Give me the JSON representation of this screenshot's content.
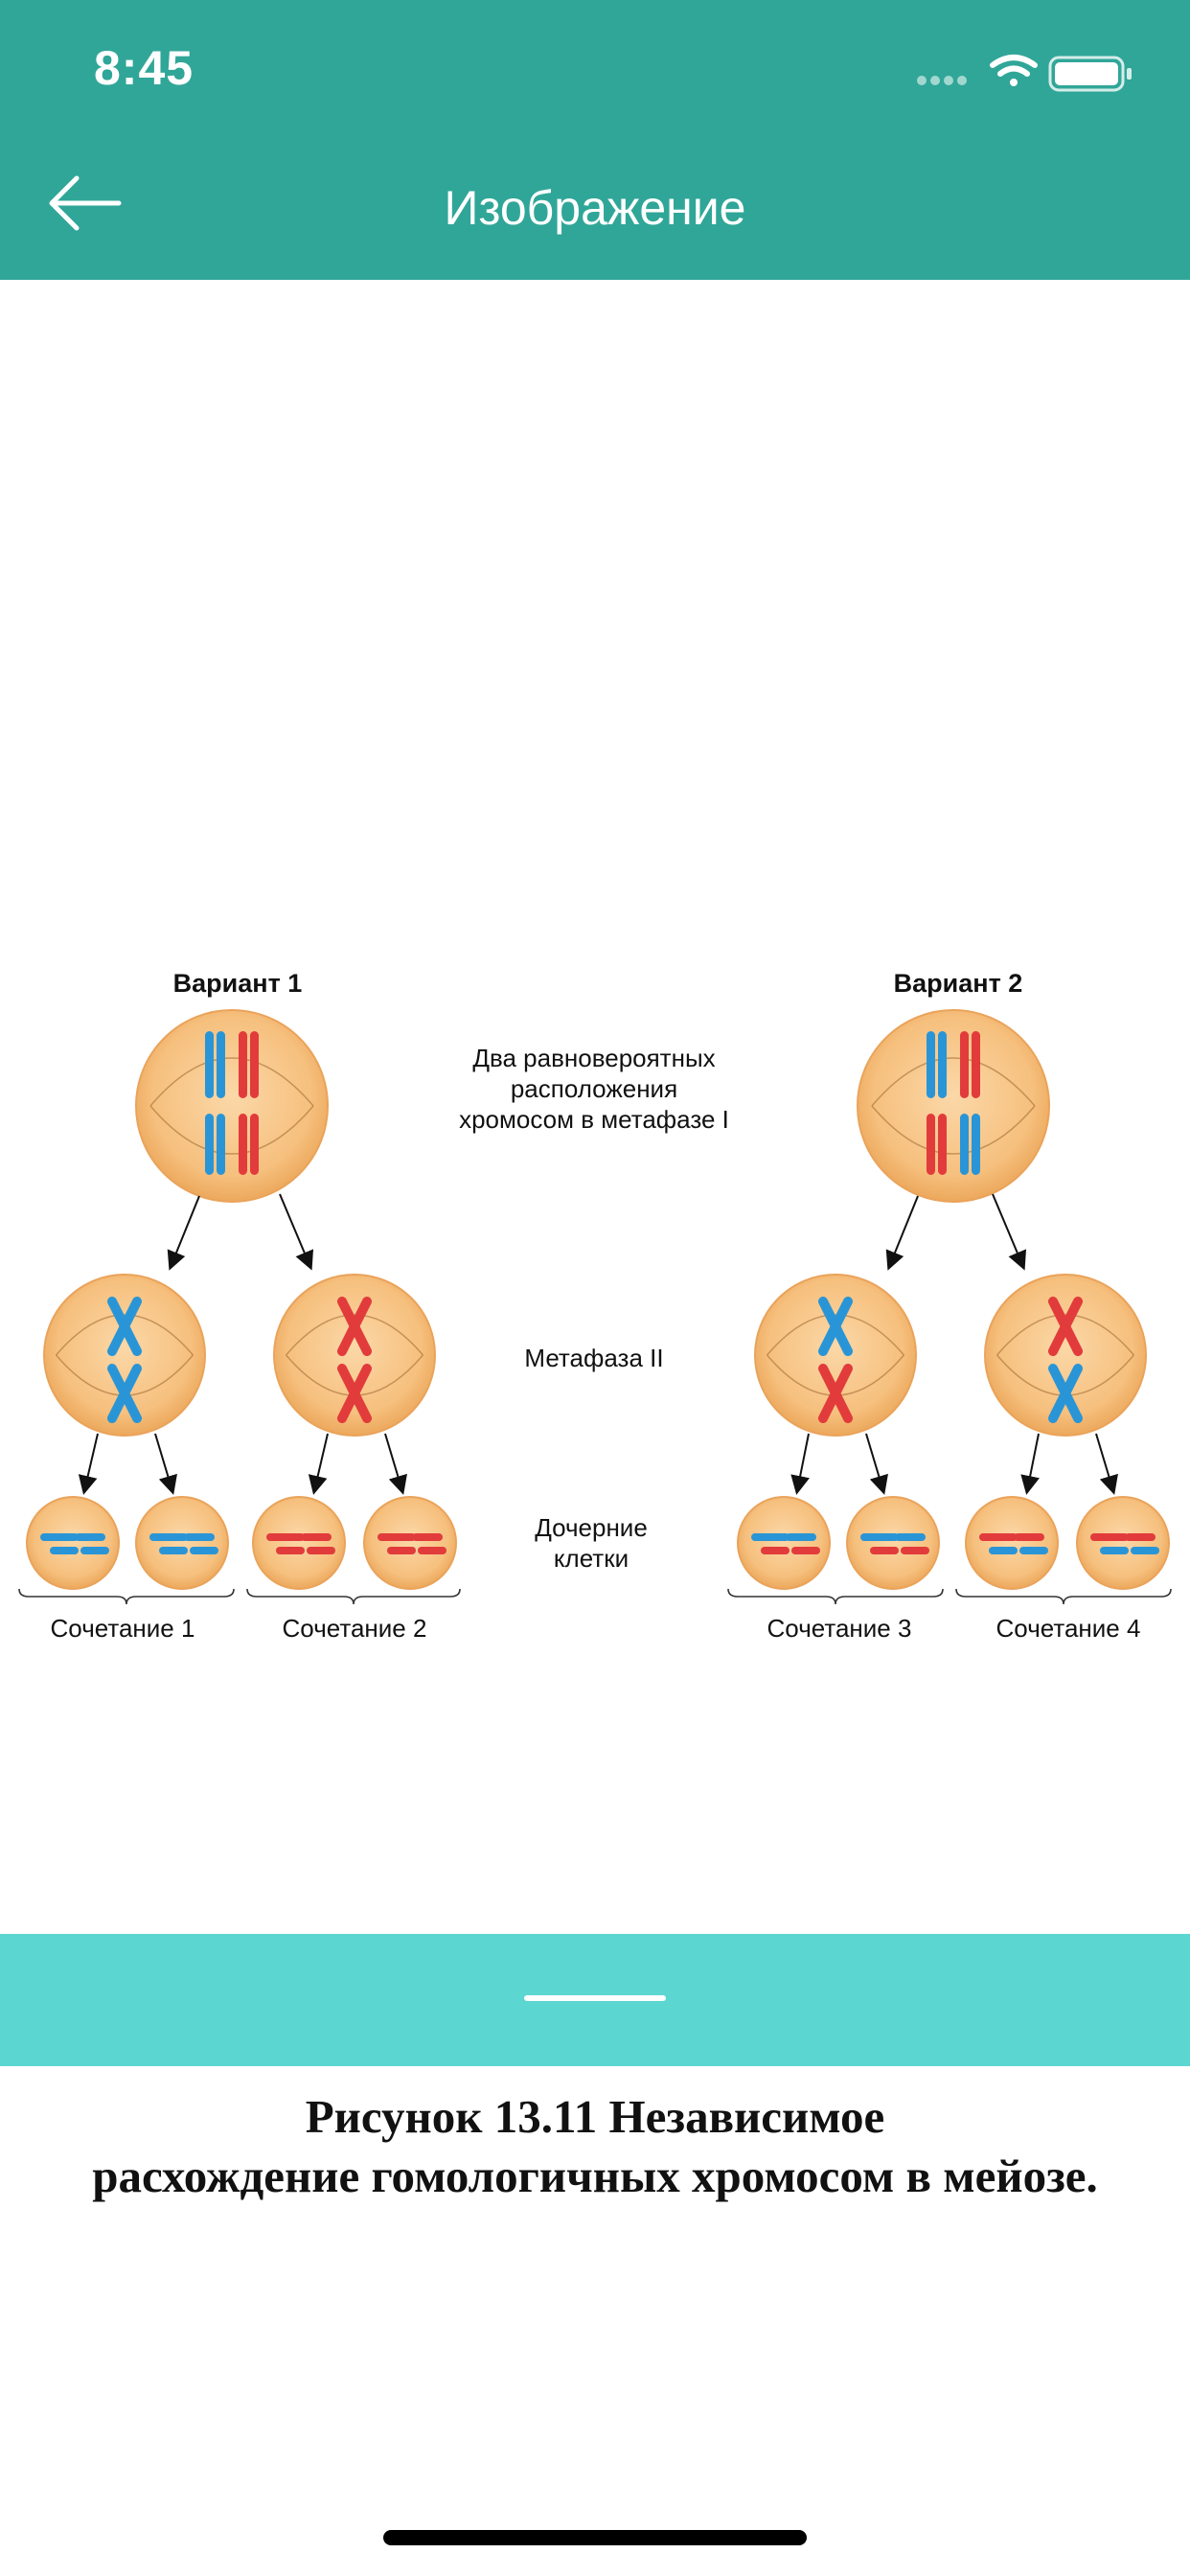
{
  "status_bar": {
    "time": "8:45",
    "icons": [
      "cellular-signal-icon",
      "wifi-icon",
      "battery-icon"
    ]
  },
  "nav": {
    "back_icon": "arrow-left-icon",
    "title": "Изображение"
  },
  "figure": {
    "variant1_label": "Вариант 1",
    "variant2_label": "Вариант 2",
    "metaphase1_label_lines": [
      "Два равновероятных",
      "расположения",
      "хромосом в метафазе I"
    ],
    "metaphase2_label": "Метафаза II",
    "daughter_cells_label_lines": [
      "Дочерние",
      "клетки"
    ],
    "combination_labels": [
      "Сочетание 1",
      "Сочетание 2",
      "Сочетание 3",
      "Сочетание 4"
    ],
    "colors": {
      "cell_fill": "#f7c488",
      "cell_edge": "#eaa35a",
      "chromosome_blue": "#2a95d6",
      "chromosome_red": "#e23b3b"
    }
  },
  "footer": {
    "caption_lines": [
      "Рисунок 13.11 Независимое",
      "расхождение гомологичных хромосом в мейозе."
    ]
  }
}
